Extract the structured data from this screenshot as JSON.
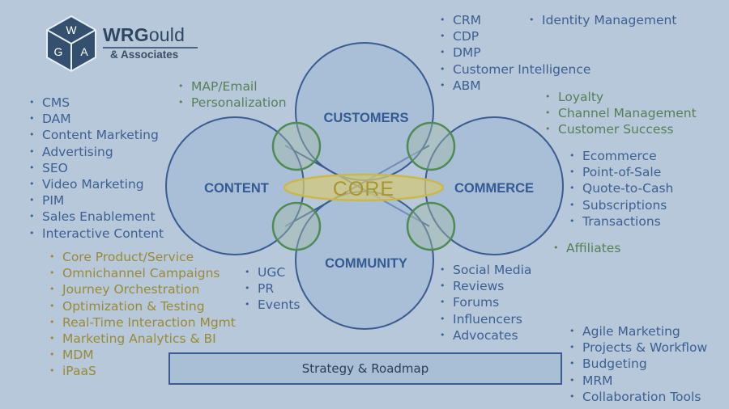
{
  "logo": {
    "letters": [
      "W",
      "G",
      "A"
    ],
    "title_bold": "WRG",
    "title_rest": "ould",
    "subtitle": "& Associates"
  },
  "circles": {
    "customers": "CUSTOMERS",
    "content": "CONTENT",
    "commerce": "COMMERCE",
    "community": "COMMUNITY",
    "core": "CORE"
  },
  "lists": {
    "customers_tools": [
      "CRM",
      "CDP",
      "DMP",
      "Customer Intelligence",
      "ABM"
    ],
    "identity": [
      "Identity Management"
    ],
    "customer_commerce_overlap": [
      "Loyalty",
      "Channel Management",
      "Customer Success"
    ],
    "content_customer_overlap": [
      "MAP/Email",
      "Personalization"
    ],
    "content_tools": [
      "CMS",
      "DAM",
      "Content Marketing",
      "Advertising",
      "SEO",
      "Video Marketing",
      "PIM",
      "Sales Enablement",
      "Interactive Content"
    ],
    "commerce_tools": [
      "Ecommerce",
      "Point-of-Sale",
      "Quote-to-Cash",
      "Subscriptions",
      "Transactions"
    ],
    "affiliates": [
      "Affiliates"
    ],
    "core_tools": [
      "Core Product/Service",
      "Omnichannel Campaigns",
      "Journey Orchestration",
      "Optimization & Testing",
      "Real-Time Interaction Mgmt",
      "Marketing Analytics & BI",
      "MDM",
      "iPaaS"
    ],
    "content_community_overlap": [
      "UGC",
      "PR",
      "Events"
    ],
    "community_tools": [
      "Social Media",
      "Reviews",
      "Forums",
      "Influencers",
      "Advocates"
    ],
    "operations_tools": [
      "Agile Marketing",
      "Projects & Workflow",
      "Budgeting",
      "MRM",
      "Collaboration Tools"
    ]
  },
  "strategy": "Strategy & Roadmap",
  "colors": {
    "background": "#b6c8da",
    "circle_stroke": "#3c5b90",
    "circle_fill": "#9fb8d6",
    "overlap_green": "#4f8b52",
    "core_gold": "#c9b84a",
    "text_blue": "#3f5f92",
    "text_green": "#587f57",
    "text_gold": "#9a8a35"
  }
}
